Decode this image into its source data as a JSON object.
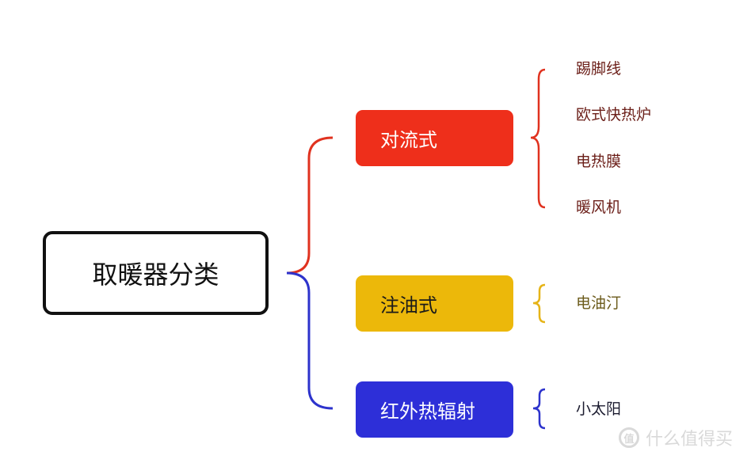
{
  "root": {
    "label": "取暖器分类"
  },
  "categories": [
    {
      "label": "对流式",
      "color": "#ee2f1b",
      "items": [
        "踢脚线",
        "欧式快热炉",
        "电热膜",
        "暖风机"
      ]
    },
    {
      "label": "注油式",
      "color": "#ecb80a",
      "items": [
        "电油汀"
      ]
    },
    {
      "label": "红外热辐射",
      "color": "#2d2fd8",
      "items": [
        "小太阳"
      ]
    }
  ],
  "watermark": {
    "text": "什么值得买",
    "icon": "zhi-logo-icon"
  }
}
